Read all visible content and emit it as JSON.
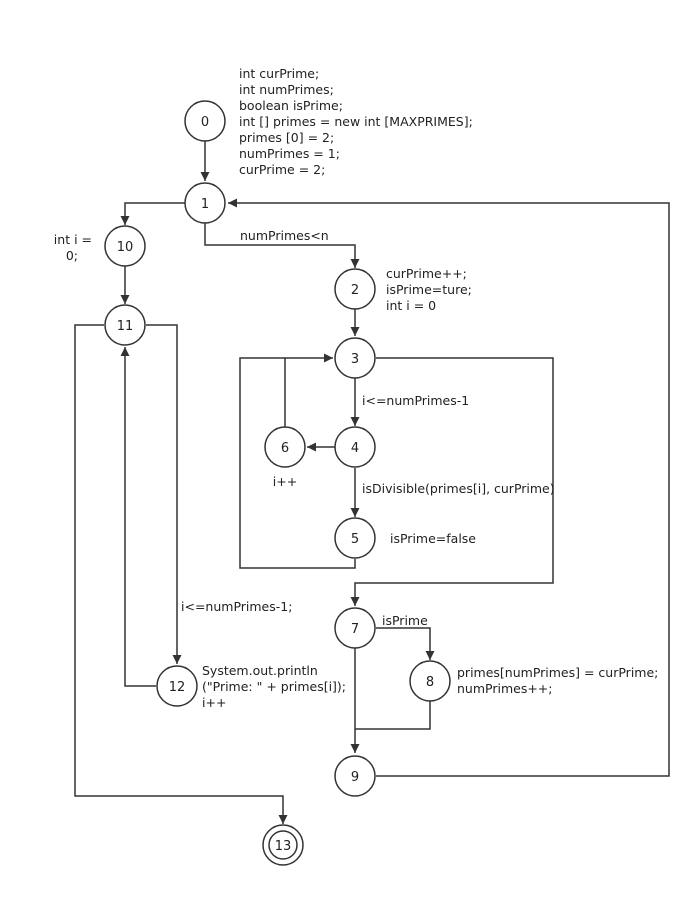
{
  "nodes": {
    "n0": "0",
    "n1": "1",
    "n2": "2",
    "n3": "3",
    "n4": "4",
    "n5": "5",
    "n6": "6",
    "n7": "7",
    "n8": "8",
    "n9": "9",
    "n10": "10",
    "n11": "11",
    "n12": "12",
    "n13": "13"
  },
  "annotations": {
    "init": [
      "int curPrime;",
      "int numPrimes;",
      "boolean isPrime;",
      "int [] primes = new int [MAXPRIMES];",
      "primes [0] = 2;",
      "numPrimes = 1;",
      "curPrime = 2;"
    ],
    "cond_1_2": "numPrimes<n",
    "node2": [
      "curPrime++;",
      "isPrime=ture;",
      "int i = 0"
    ],
    "cond_3_4": "i<=numPrimes-1",
    "node6": "i++",
    "cond_4_5": "isDivisible(primes[i], curPrime)",
    "node5": "isPrime=false",
    "cond_7_8": "isPrime",
    "node8": [
      "primes[numPrimes] = curPrime;",
      "numPrimes++;"
    ],
    "node10": [
      "int i =",
      "0;"
    ],
    "cond_11_12": "i<=numPrimes-1;",
    "node12": [
      "System.out.println",
      "(\"Prime: \" + primes[i]);",
      "i++"
    ]
  },
  "colors": {
    "stroke": "#333333",
    "text": "#222222",
    "background": "#ffffff"
  }
}
